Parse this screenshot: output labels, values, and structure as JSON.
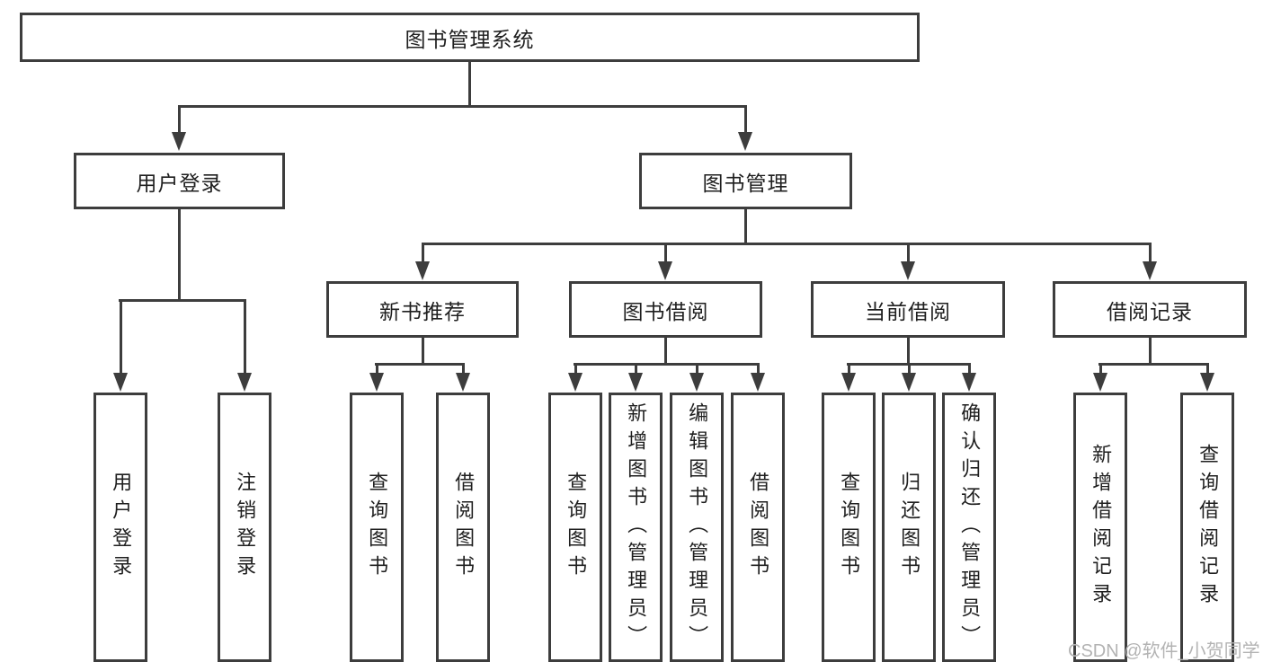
{
  "title": "图书管理系统",
  "watermark": "CSDN @软件_小贺同学",
  "nodes": {
    "user_login": "用户登录",
    "book_mgmt": "图书管理",
    "new_book": "新书推荐",
    "book_borrow": "图书借阅",
    "current_borrow": "当前借阅",
    "borrow_record": "借阅记录"
  },
  "leaves": {
    "user_login": "用户登录",
    "logout": "注销登录",
    "query_books_1": "查询图书",
    "borrow_books_1": "借阅图书",
    "query_books_2": "查询图书",
    "add_books_admin": "新增图书（管理员）",
    "edit_books_admin": "编辑图书（管理员）",
    "borrow_books_2": "借阅图书",
    "query_books_3": "查询图书",
    "return_books": "归还图书",
    "confirm_return_admin": "确认归还（管理员）",
    "add_borrow_record": "新增借阅记录",
    "query_borrow_record": "查询借阅记录"
  },
  "colors": {
    "line": "#3d3d3d",
    "text": "#1f1f1f",
    "watermark": "#b3b3b3",
    "bg": "#ffffff"
  }
}
